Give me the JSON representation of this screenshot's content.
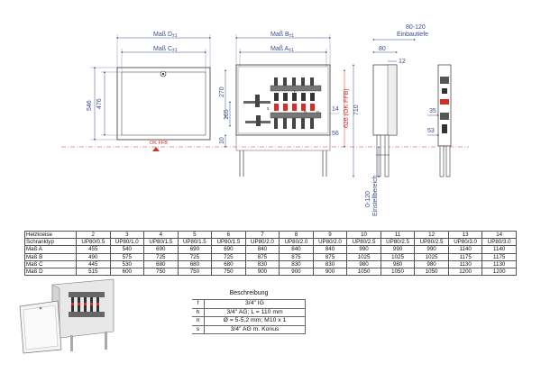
{
  "dimensions": {
    "mass_d": "Maß D",
    "mass_c": "Maß C",
    "mass_b": "Maß B",
    "mass_a": "Maß A",
    "sub_d": "±1",
    "sub_c": "±1",
    "sub_b": "±1",
    "sub_a": "±1",
    "h546": "546",
    "h476": "476",
    "h270": "270",
    "h165": "165",
    "h10": "10",
    "h14": "14",
    "h56": "56",
    "h626": "626 (OK FFB)",
    "h710": "710",
    "w80": "80",
    "w12": "12",
    "einbautiefe_range": "80-120",
    "einbautiefe": "Einbautiefe",
    "einstell_range": "0-120",
    "einstell": "Einstellbereich",
    "s35": "35",
    "s53": "53",
    "ok_ffb": "OK FFB",
    "lbl_s": "s",
    "lbl_f": "f",
    "lbl_h": "h",
    "lbl_n": "n"
  },
  "table": {
    "rows": [
      [
        "Heizkreise",
        "2",
        "3",
        "4",
        "5",
        "6",
        "7",
        "8",
        "9",
        "10",
        "11",
        "12",
        "13",
        "14"
      ],
      [
        "Schranktyp",
        "UP80/0.5",
        "UP80/1.0",
        "UP80/1.5",
        "UP80/1.5",
        "UP80/1.5",
        "UP80/2.0",
        "UP80/2.0",
        "UP80/2.0",
        "UP80/2.5",
        "UP80/2.5",
        "UP80/2.5",
        "UP80/3.0",
        "UP80/3.0"
      ],
      [
        "Maß A",
        "455",
        "540",
        "690",
        "690",
        "690",
        "840",
        "840",
        "840",
        "990",
        "990",
        "990",
        "1140",
        "1140"
      ],
      [
        "Maß B",
        "490",
        "575",
        "725",
        "725",
        "725",
        "875",
        "875",
        "875",
        "1025",
        "1025",
        "1025",
        "1175",
        "1175"
      ],
      [
        "Maß C",
        "445",
        "530",
        "680",
        "680",
        "680",
        "830",
        "830",
        "830",
        "980",
        "980",
        "980",
        "1130",
        "1130"
      ],
      [
        "Maß D",
        "515",
        "600",
        "750",
        "750",
        "750",
        "900",
        "900",
        "900",
        "1050",
        "1050",
        "1050",
        "1200",
        "1200"
      ]
    ]
  },
  "legend": {
    "title": "Beschreibung",
    "items": [
      {
        "key": "f",
        "text": "3/4\" IG"
      },
      {
        "key": "h",
        "text": "3/4\" AG; L = 110 mm"
      },
      {
        "key": "n",
        "text": "Ø = 5-5,2 mm; M10 x 1"
      },
      {
        "key": "s",
        "text": "3/4\" AG m. Konus"
      }
    ]
  },
  "colors": {
    "dimension": "#3a4d8c",
    "accent": "#d0302a",
    "line": "#333333"
  }
}
